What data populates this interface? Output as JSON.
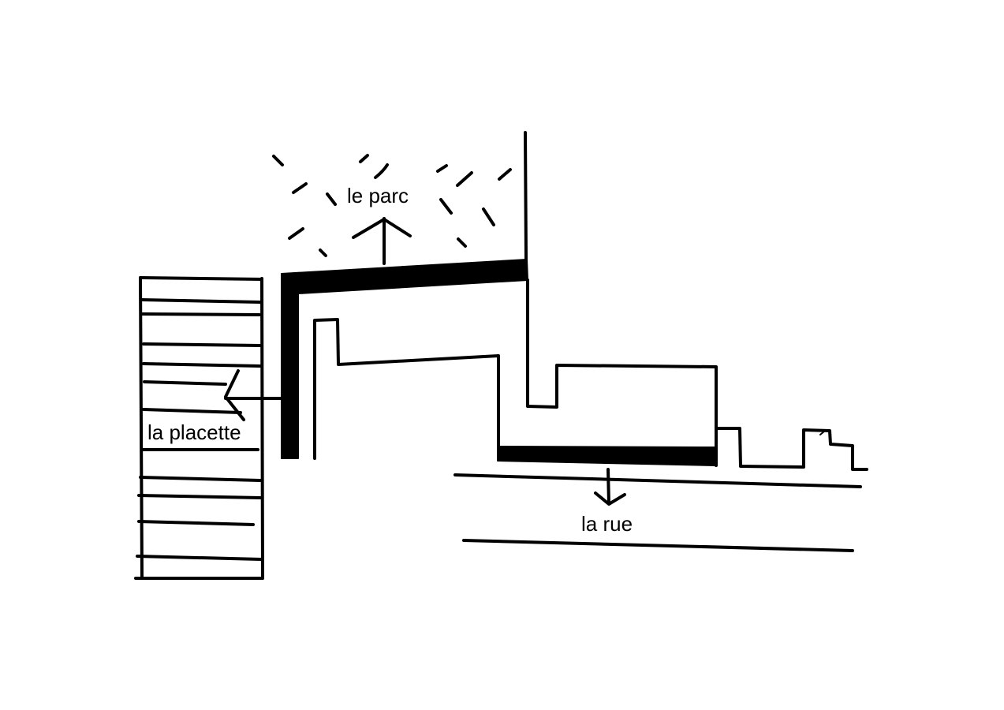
{
  "labels": {
    "parc": "le parc",
    "placette": "la placette",
    "rue": "la rue"
  },
  "colors": {
    "ink": "#000000",
    "paper": "#ffffff"
  }
}
